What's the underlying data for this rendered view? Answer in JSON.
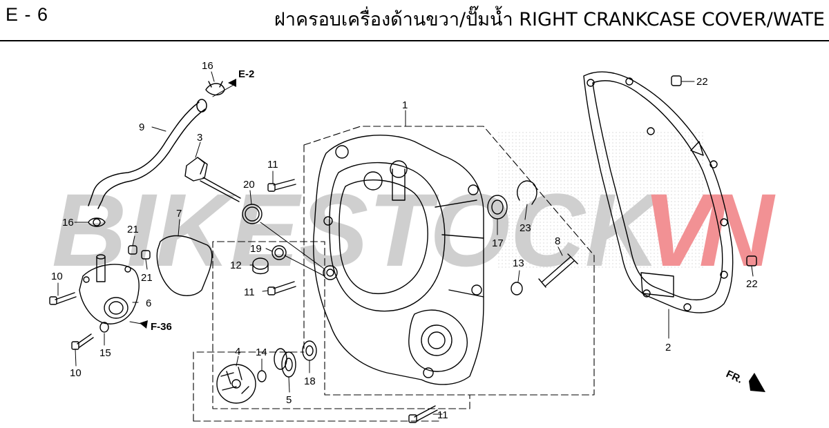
{
  "header": {
    "page_code": "E - 6",
    "title": "ฝาครอบเครื่องด้านขวา/ปั๊มน้ำ  RIGHT CRANKCASE COVER/WATE"
  },
  "watermark": {
    "part1": "BIKESTOCK",
    "part2": "VN"
  },
  "callouts": {
    "c1": "1",
    "c2": "2",
    "c3": "3",
    "c4": "4",
    "c5": "5",
    "c6": "6",
    "c7": "7",
    "c8": "8",
    "c9": "9",
    "c10a": "10",
    "c10b": "10",
    "c11a": "11",
    "c11b": "11",
    "c11c": "11",
    "c12": "12",
    "c13": "13",
    "c14": "14",
    "c15": "15",
    "c16a": "16",
    "c16b": "16",
    "c17": "17",
    "c18": "18",
    "c19": "19",
    "c20": "20",
    "c21a": "21",
    "c21b": "21",
    "c22a": "22",
    "c22b": "22",
    "c23": "23"
  },
  "references": {
    "e2": "E-2",
    "f36": "F-36",
    "fr": "FR."
  },
  "colors": {
    "line": "#000000",
    "watermark_gray": "#b0b0b0",
    "watermark_red": "#e8383d"
  }
}
